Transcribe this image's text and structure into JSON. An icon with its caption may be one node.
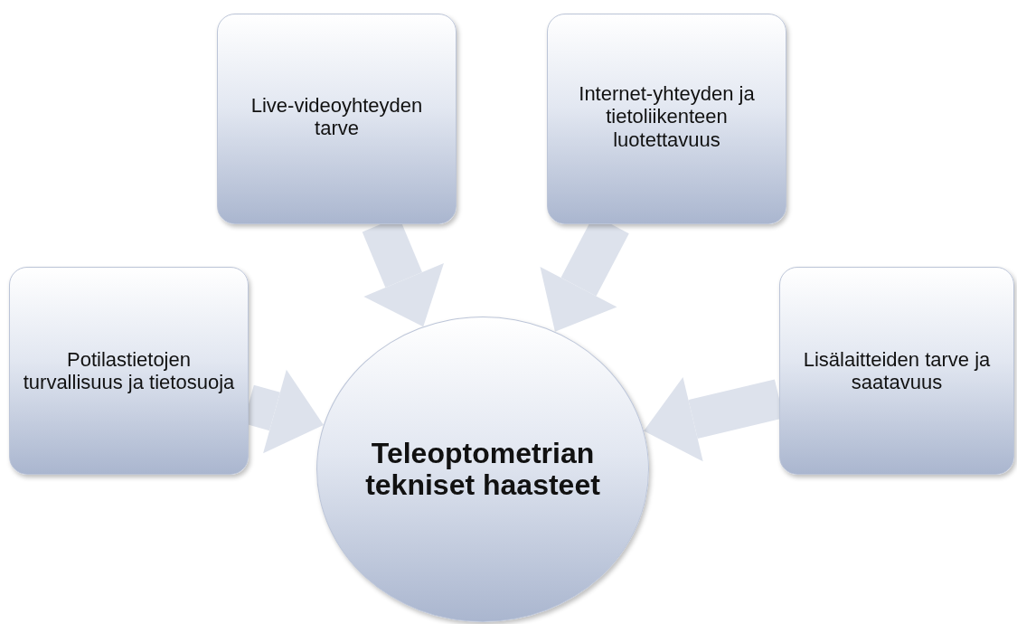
{
  "diagram": {
    "nodes": [
      {
        "text": [
          "Live-videoyhteyden tarve"
        ]
      },
      {
        "text": [
          "Internet-yhteyden ja tietoliikenteen luotettavuus"
        ]
      },
      {
        "text": [
          "Potilastietojen turvallisuus ja tietosuoja"
        ]
      },
      {
        "text": [
          "Lisälaitteiden tarve ja saatavuus"
        ]
      },
      {
        "text": [
          "Teleoptometrian tekniset haasteet"
        ]
      }
    ],
    "edges": [
      {
        "from": 0,
        "to": 4,
        "arrow": "to"
      },
      {
        "from": 1,
        "to": 4,
        "arrow": "to"
      },
      {
        "from": 2,
        "to": 4,
        "arrow": "to"
      },
      {
        "from": 3,
        "to": 4,
        "arrow": "to"
      }
    ]
  }
}
